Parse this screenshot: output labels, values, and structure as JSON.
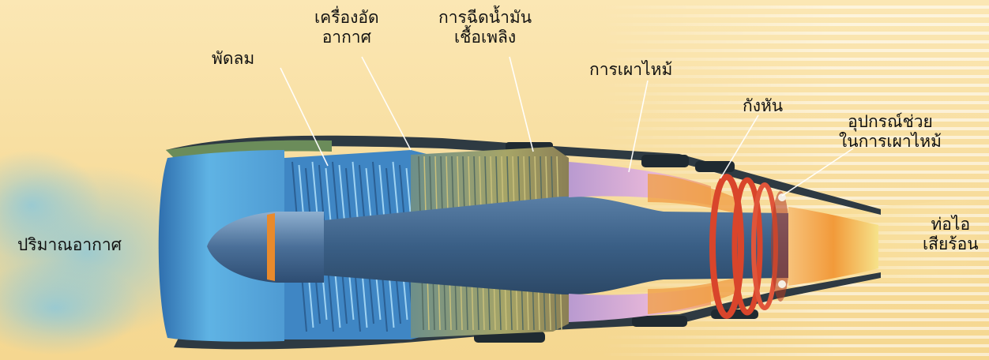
{
  "labels": {
    "fan": "พัดลม",
    "compressor_line1": "เครื่องอัด",
    "compressor_line2": "อากาศ",
    "fuel_injection_line1": "การฉีดน้ำมัน",
    "fuel_injection_line2": "เชื้อเพลิง",
    "combustion": "การเผาไหม้",
    "turbine": "กังหัน",
    "afterburner_line1": "อุปกรณ์ช่วย",
    "afterburner_line2": "ในการเผาไหม้",
    "air_intake": "ปริมาณอากาศ",
    "exhaust_line1": "ท่อไอ",
    "exhaust_line2": "เสียร้อน"
  },
  "colors": {
    "background": "#f8df9f",
    "engine_blue": "#3f86c4",
    "casing": "#3a4750",
    "flame": "#f08a2a",
    "turbine_red": "#d9452b",
    "leader_line": "#ffffff"
  }
}
